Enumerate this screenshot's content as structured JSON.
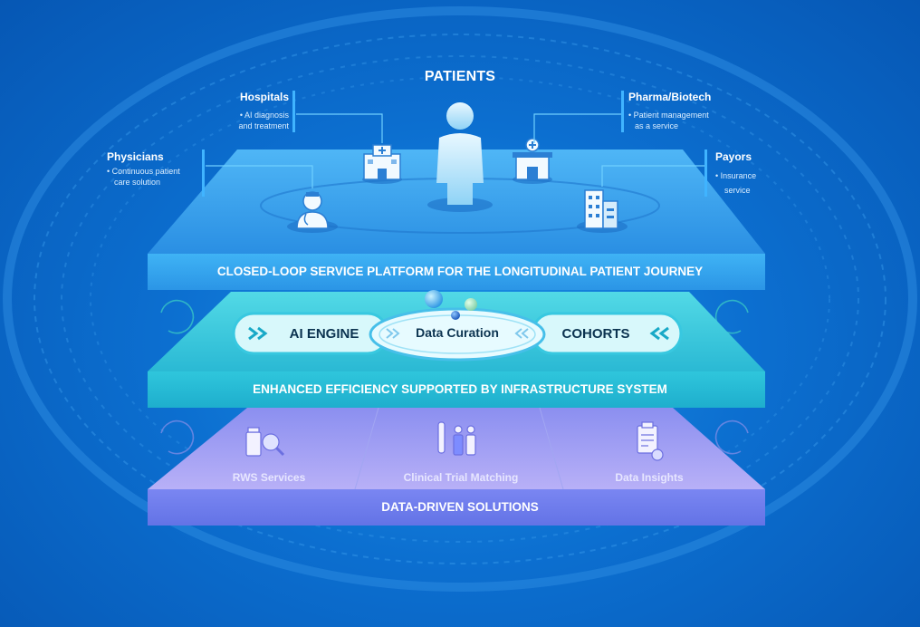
{
  "header": {
    "title": "PATIENTS"
  },
  "stakeholders": [
    {
      "id": "hospitals",
      "name": "Hospitals",
      "desc_lines": [
        "• AI diagnosis",
        "and treatment"
      ],
      "icon": "hospital-icon"
    },
    {
      "id": "pharma",
      "name": "Pharma/Biotech",
      "desc_lines": [
        "• Patient management",
        "as a service"
      ],
      "icon": "pharmacy-icon"
    },
    {
      "id": "physicians",
      "name": "Physicians",
      "desc_lines": [
        "• Continuous patient",
        "care solution"
      ],
      "icon": "doctor-icon"
    },
    {
      "id": "payors",
      "name": "Payors",
      "desc_lines": [
        "• Insurance",
        "service"
      ],
      "icon": "office-building-icon"
    }
  ],
  "layers": {
    "platform": {
      "label": "CLOSED-LOOP SERVICE PLATFORM FOR THE LONGITUDINAL PATIENT JOURNEY"
    },
    "infrastructure": {
      "label": "ENHANCED EFFICIENCY SUPPORTED BY INFRASTRUCTURE SYSTEM",
      "items": [
        "AI ENGINE",
        "Data Curation",
        "COHORTS"
      ]
    },
    "solutions": {
      "label": "DATA-DRIVEN SOLUTIONS",
      "items": [
        "RWS Services",
        "Clinical Trial Matching",
        "Data Insights"
      ]
    }
  },
  "colors": {
    "background": "#0c6fd0",
    "platform_band": "#35a9f0",
    "infrastructure_band": "#24c0d6",
    "solutions_band": "#6f7ff0",
    "pill_fill": "#d8f8fb",
    "pill_stroke": "#38c8e0"
  }
}
